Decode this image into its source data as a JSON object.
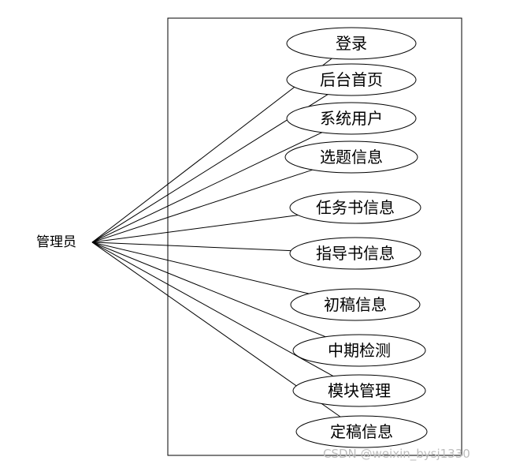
{
  "actor": {
    "label": "管理员"
  },
  "use_cases": [
    {
      "label": "登录"
    },
    {
      "label": "后台首页"
    },
    {
      "label": "系统用户"
    },
    {
      "label": "选题信息"
    },
    {
      "label": "任务书信息"
    },
    {
      "label": "指导书信息"
    },
    {
      "label": "初稿信息"
    },
    {
      "label": "中期检测"
    },
    {
      "label": "模块管理"
    },
    {
      "label": "定稿信息"
    }
  ],
  "watermark": "CSDN @weixin_bysj1330"
}
